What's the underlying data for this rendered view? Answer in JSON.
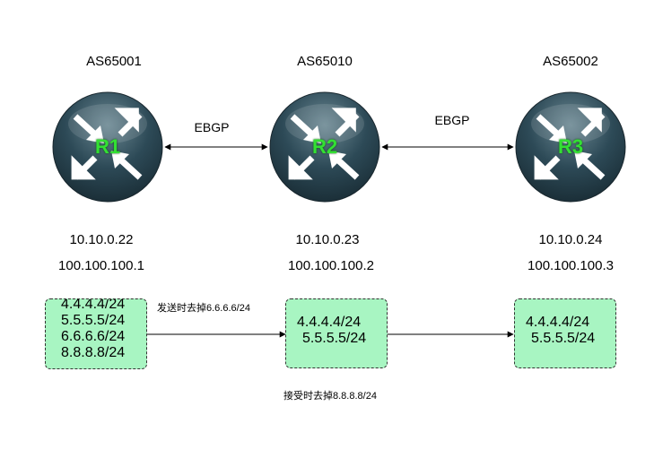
{
  "routers": [
    {
      "name": "R1",
      "as": "AS65001",
      "ip1": "10.10.0.22",
      "ip2": "100.100.100.1",
      "routes": [
        "4.4.4.4/24",
        "5.5.5.5/24",
        "6.6.6.6/24",
        "8.8.8.8/24"
      ]
    },
    {
      "name": "R2",
      "as": "AS65010",
      "ip1": "10.10.0.23",
      "ip2": "100.100.100.2",
      "routes": [
        "4.4.4.4/24",
        "5.5.5.5/24"
      ]
    },
    {
      "name": "R3",
      "as": "AS65002",
      "ip1": "10.10.0.24",
      "ip2": "100.100.100.3",
      "routes": [
        "4.4.4.4/24",
        "5.5.5.5/24"
      ]
    }
  ],
  "links": [
    {
      "protocol": "EBGP"
    },
    {
      "protocol": "EBGP"
    }
  ],
  "notes": {
    "send_filter": "发送时去掉6.6.6.6/24",
    "receive_filter": "接受时去掉8.8.8.8/24"
  },
  "colors": {
    "router_body": "#2d4a57",
    "router_name": "#33e033",
    "route_box_fill": "#a8f5c2"
  },
  "icons": {
    "router_arrows": "router-arrows-icon"
  }
}
